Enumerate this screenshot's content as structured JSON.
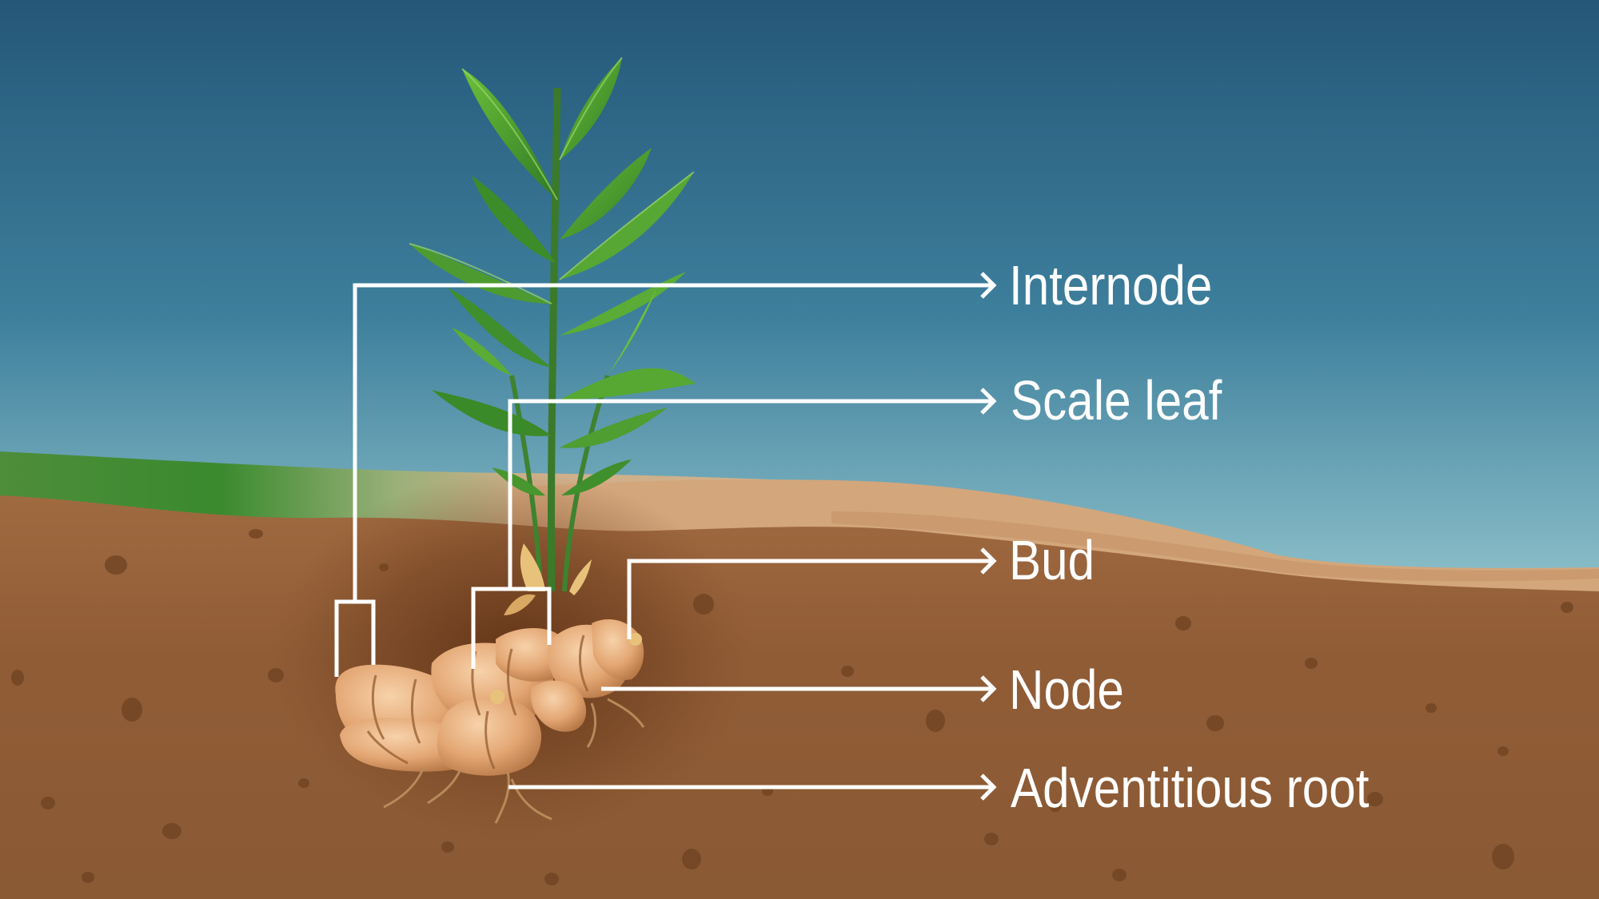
{
  "labels": {
    "internode": "Internode",
    "scale_leaf": "Scale leaf",
    "bud": "Bud",
    "node": "Node",
    "adventitious_root": "Adventitious root"
  },
  "colors": {
    "sky_top": "#275a7c",
    "sky_bottom": "#b6dbe0",
    "grass": "#3f8a34",
    "soil": "#94603a",
    "soil_far": "#d5a87e",
    "leaf": "#4c9e2f",
    "rhizome": "#e2aa78",
    "label_line": "#ffffff"
  },
  "icons": [
    "ginger-plant-illustration",
    "rhizome-illustration"
  ]
}
